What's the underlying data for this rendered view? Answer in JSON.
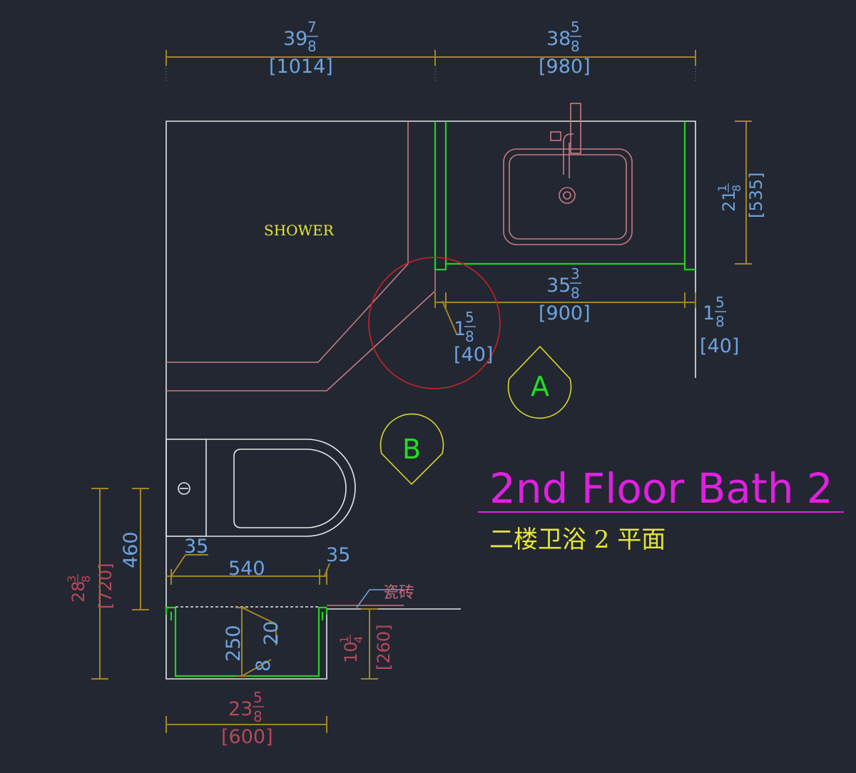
{
  "title": "2nd Floor Bath 2",
  "subtitle": "二楼卫浴 2 平面",
  "shower_label": "SHOWER",
  "tile_label": "瓷砖",
  "markers": {
    "a": "A",
    "b": "B"
  },
  "dims": {
    "top_left": {
      "whole": "39",
      "num": "7",
      "den": "8",
      "mm": "[1014]"
    },
    "top_right": {
      "whole": "38",
      "num": "5",
      "den": "8",
      "mm": "[980]"
    },
    "vanity_depth": {
      "whole": "21",
      "num": "1",
      "den": "8",
      "mm": "[535]"
    },
    "vanity_width": {
      "whole": "35",
      "num": "3",
      "den": "8",
      "mm": "[900]"
    },
    "right_gap": {
      "whole": "1",
      "num": "5",
      "den": "8",
      "mm": "[40]"
    },
    "corner_gap": {
      "whole": "1",
      "num": "5",
      "den": "8",
      "mm": "[40]"
    },
    "left_total": {
      "whole": "28",
      "num": "3",
      "den": "8",
      "mm": "[720]"
    },
    "toilet_depth": "460",
    "side_left": "35",
    "side_right": "35",
    "toilet_width": "540",
    "niche_depth": "250",
    "niche_lip": "20",
    "niche_base": "8",
    "niche_height": {
      "whole": "10",
      "num": "1",
      "den": "4",
      "mm": "[260]"
    },
    "bottom": {
      "whole": "23",
      "num": "5",
      "den": "8",
      "mm": "[600]"
    }
  },
  "colors": {
    "background": "#222732",
    "title": "#e020e0",
    "subtitle": "#e6e635",
    "dimension_text": "#6ea3dd",
    "dimension_line": "#a38522",
    "marker_text": "#20e020",
    "marker_outline": "#d9d92a",
    "highlight_circle": "#cc2222"
  }
}
